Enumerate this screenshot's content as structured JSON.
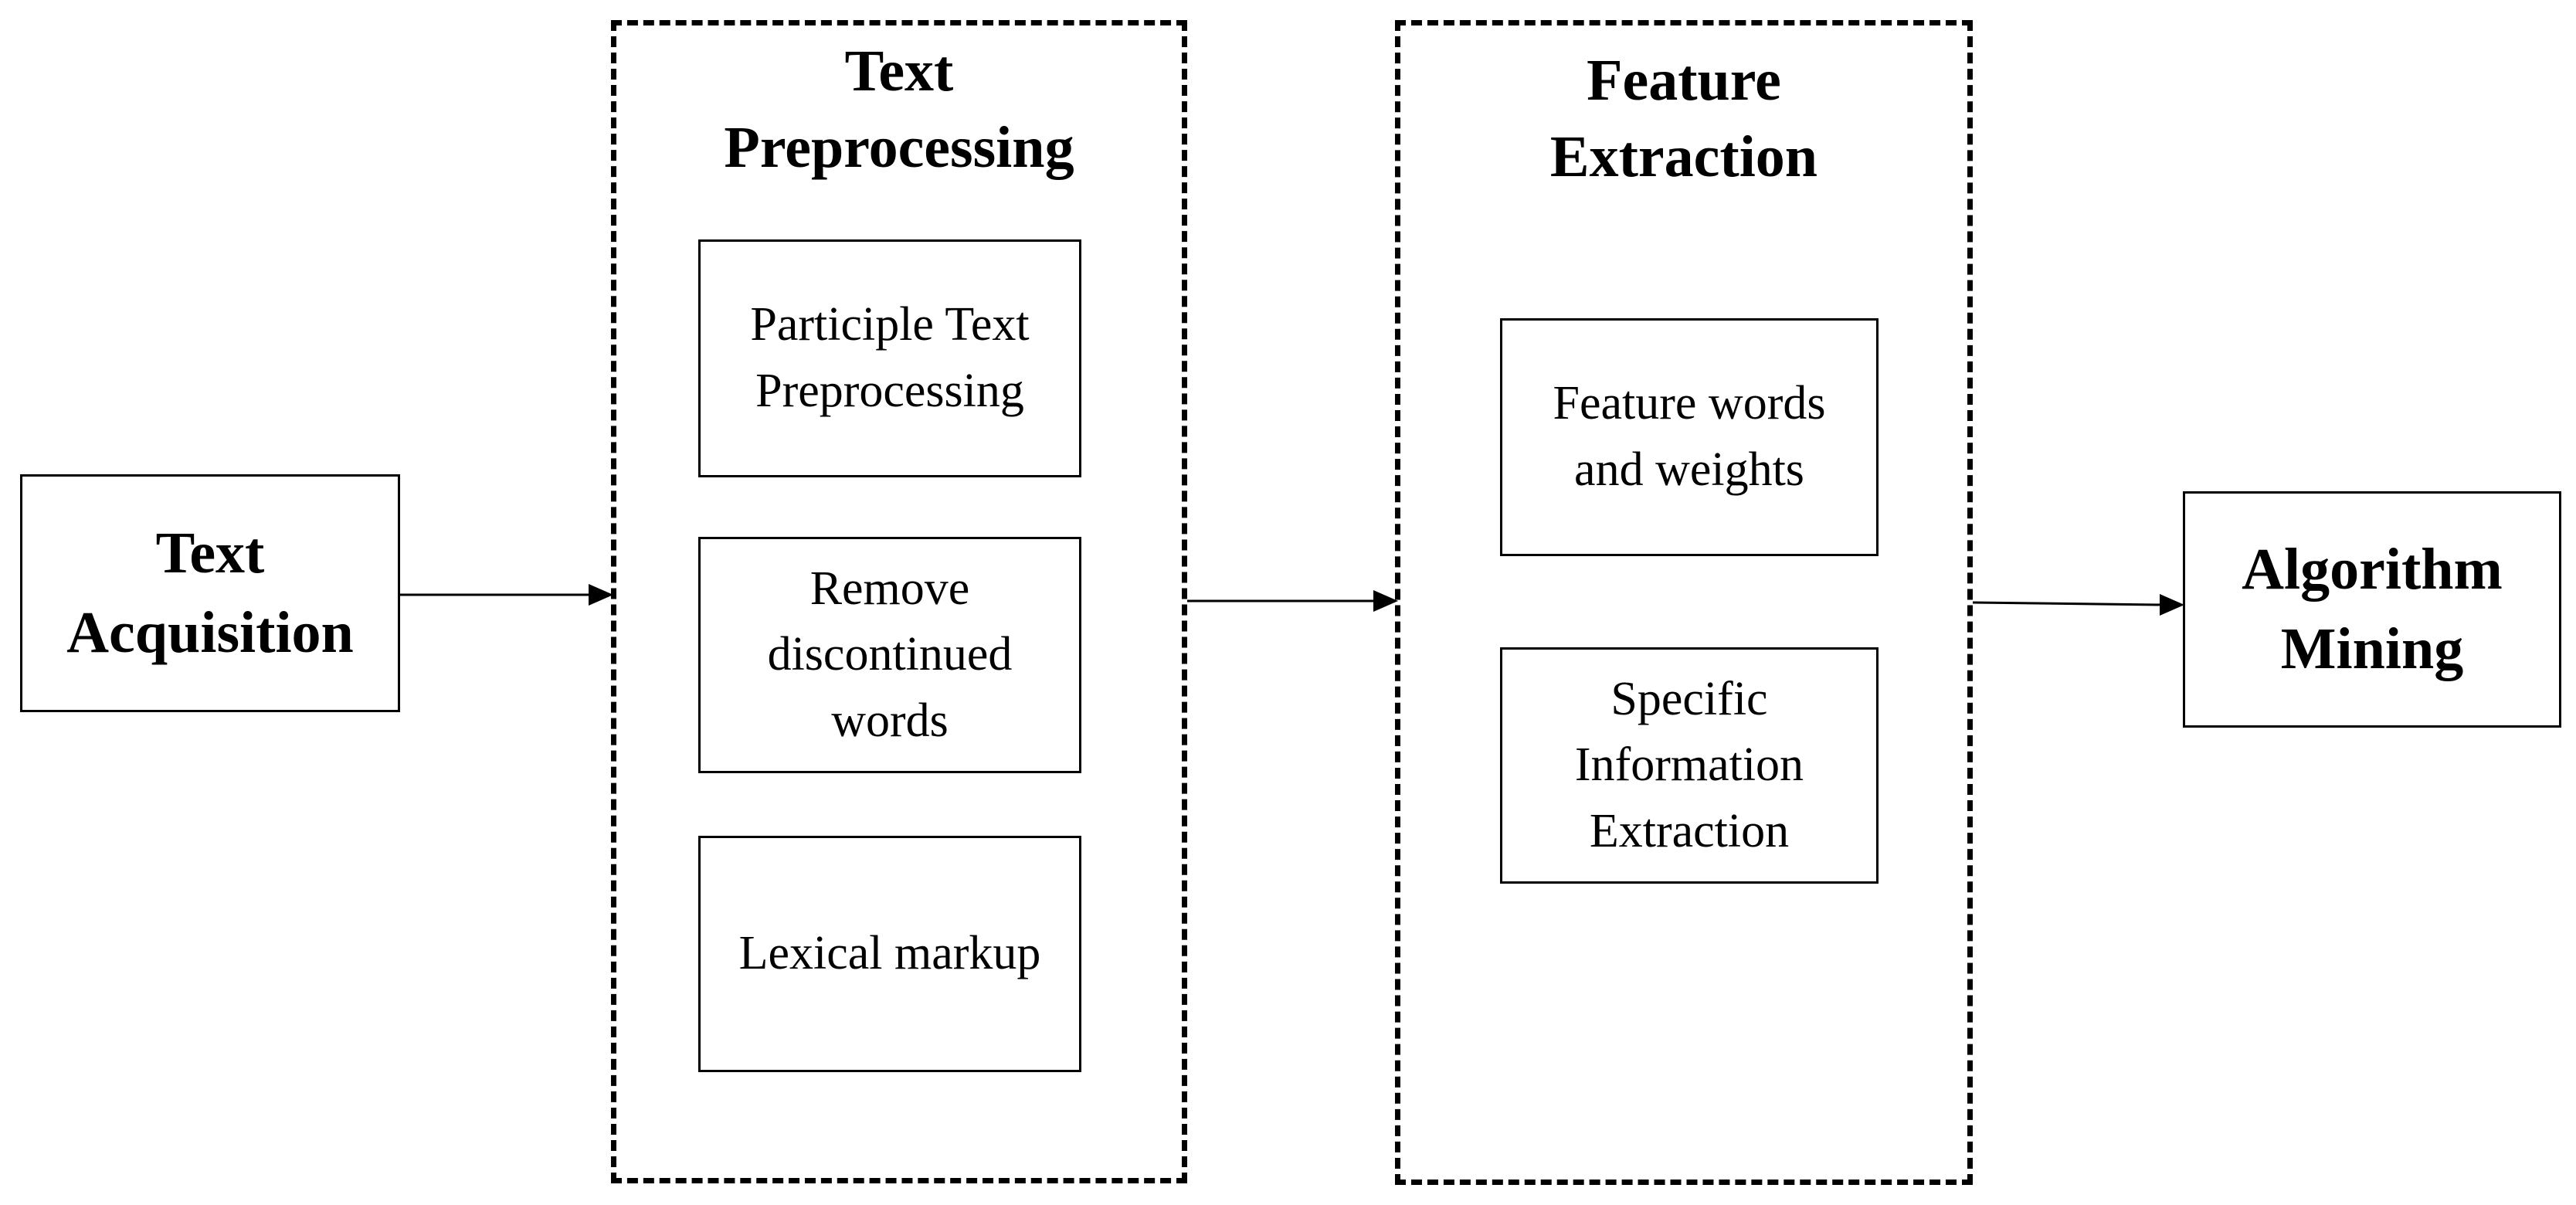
{
  "nodes": {
    "text_acquisition": "Text Acquisition",
    "text_preprocessing": {
      "title": "Text Preprocessing",
      "steps": [
        "Participle Text Preprocessing",
        "Remove discontinued words",
        "Lexical markup"
      ]
    },
    "feature_extraction": {
      "title": "Feature Extraction",
      "steps": [
        "Feature words and weights",
        "Specific Information Extraction"
      ]
    },
    "algorithm_mining": "Algorithm Mining"
  },
  "colors": {
    "line": "#000000",
    "background": "#ffffff"
  }
}
